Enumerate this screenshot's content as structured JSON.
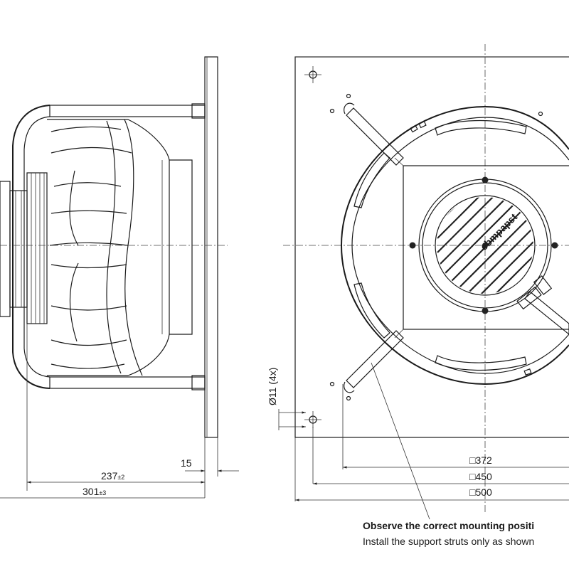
{
  "dimensions": {
    "flange_thickness": "15",
    "depth_inner": "237",
    "depth_inner_tol": "±2",
    "depth_total": "301",
    "depth_total_tol": "±3",
    "hole_diameter": "Ø11 (4x)",
    "sq_372": "□372",
    "sq_450": "□450",
    "sq_500": "□500"
  },
  "notes": {
    "heading": "Observe the correct mounting positi",
    "body": "Install the support struts only as shown"
  },
  "motor_brand": "ebmpapst"
}
